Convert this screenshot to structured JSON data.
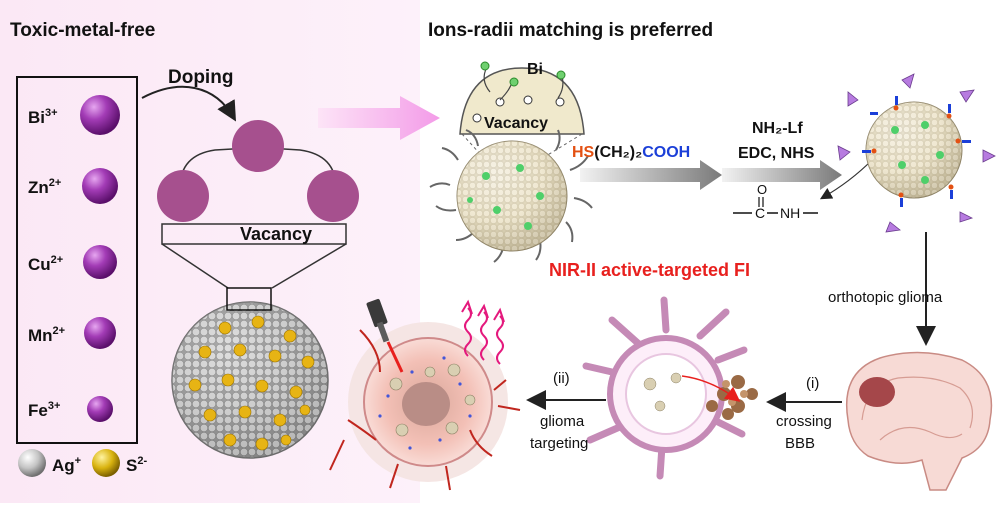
{
  "left_panel": {
    "title": "Toxic-metal-free",
    "ions": [
      {
        "symbol": "Bi",
        "charge": "3+"
      },
      {
        "symbol": "Zn",
        "charge": "2+"
      },
      {
        "symbol": "Cu",
        "charge": "2+"
      },
      {
        "symbol": "Mn",
        "charge": "2+"
      },
      {
        "symbol": "Fe",
        "charge": "3+"
      }
    ],
    "doping_label": "Doping",
    "vacancy_label": "Vacancy",
    "legend": [
      {
        "symbol": "Ag",
        "charge": "+",
        "color": "#bdbdbd"
      },
      {
        "symbol": "S",
        "charge": "2-",
        "color": "#d4b20f"
      }
    ]
  },
  "right_panel": {
    "title": "Ions-radii matching is preferred",
    "bi_label": "Bi",
    "vacancy_label": "Vacancy",
    "reagent": {
      "hs": "HS",
      "mid": "(CH₂)₂",
      "cooh": "COOH"
    },
    "reagent2_line1": "NH₂-Lf",
    "reagent2_line2": "EDC, NHS",
    "amide": {
      "o": "O",
      "c": "C",
      "nh": "NH"
    },
    "step_orthotopic": "orthotopic glioma",
    "fi_title": "NIR-II active-targeted FI",
    "step_i_tag": "(i)",
    "step_i_line1": "crossing",
    "step_i_line2": "BBB",
    "step_ii_tag": "(ii)",
    "step_ii_line1": "glioma",
    "step_ii_line2": "targeting"
  },
  "colors": {
    "purple_ion": "#8a2a9c",
    "vacancy_circle": "#a8508f",
    "highlight_red": "#e8201e",
    "cooh_blue": "#1b3fd8",
    "hs_orange": "#e35012",
    "left_bg": "#fbe9f6"
  }
}
